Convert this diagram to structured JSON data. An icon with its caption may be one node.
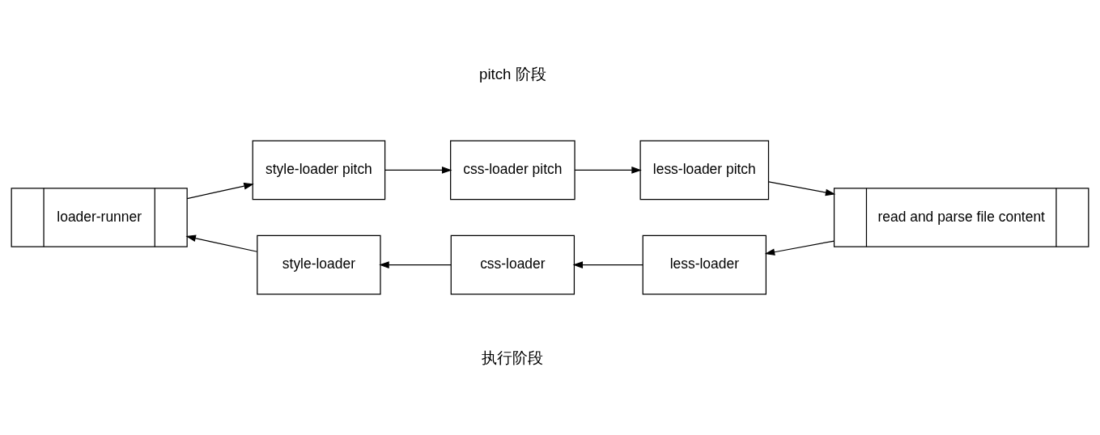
{
  "diagram": {
    "nodes": [
      {
        "text": [
          "loader-runner"
        ]
      },
      {
        "text": [
          "style-loader pitch"
        ]
      },
      {
        "text": [
          "css-loader pitch"
        ]
      },
      {
        "text": [
          "less-loader pitch"
        ]
      },
      {
        "text": [
          "read and parse file content"
        ]
      },
      {
        "text": [
          "less-loader"
        ]
      },
      {
        "text": [
          "css-loader"
        ]
      },
      {
        "text": [
          "style-loader"
        ]
      }
    ],
    "edges": [
      {
        "from": 0,
        "to": 1,
        "arrow": "to"
      },
      {
        "from": 1,
        "to": 2,
        "arrow": "to"
      },
      {
        "from": 2,
        "to": 3,
        "arrow": "to"
      },
      {
        "from": 3,
        "to": 4,
        "arrow": "to"
      },
      {
        "from": 4,
        "to": 5,
        "arrow": "to"
      },
      {
        "from": 5,
        "to": 6,
        "arrow": "to"
      },
      {
        "from": 6,
        "to": 7,
        "arrow": "to"
      },
      {
        "from": 7,
        "to": 0,
        "arrow": "to"
      }
    ],
    "labels": [
      "pitch 阶段",
      "执行阶段"
    ]
  }
}
